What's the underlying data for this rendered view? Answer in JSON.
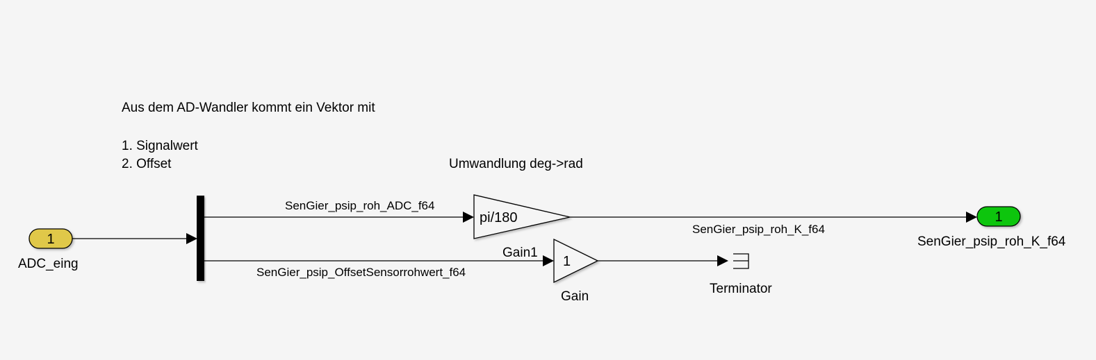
{
  "annotations": {
    "vector_note_line1": "Aus dem AD-Wandler kommt ein Vektor mit",
    "vector_note_item1": "1. Signalwert",
    "vector_note_item2": "2. Offset",
    "conversion_note": "Umwandlung deg->rad"
  },
  "blocks": {
    "inport": {
      "number": "1",
      "name": "ADC_eing",
      "color": "#e0c84a"
    },
    "demux": {
      "color": "#000000"
    },
    "gain_pi": {
      "value": "pi/180"
    },
    "gain": {
      "value": "1",
      "name": "Gain"
    },
    "terminator": {
      "name": "Terminator"
    },
    "outport": {
      "number": "1",
      "name": "SenGier_psip_roh_K_f64",
      "color": "#11c511"
    }
  },
  "signals": {
    "roh_adc": "SenGier_psip_roh_ADC_f64",
    "offset": "SenGier_psip_OffsetSensorrohwert_f64",
    "gain1": "Gain1",
    "roh_k": "SenGier_psip_roh_K_f64"
  }
}
